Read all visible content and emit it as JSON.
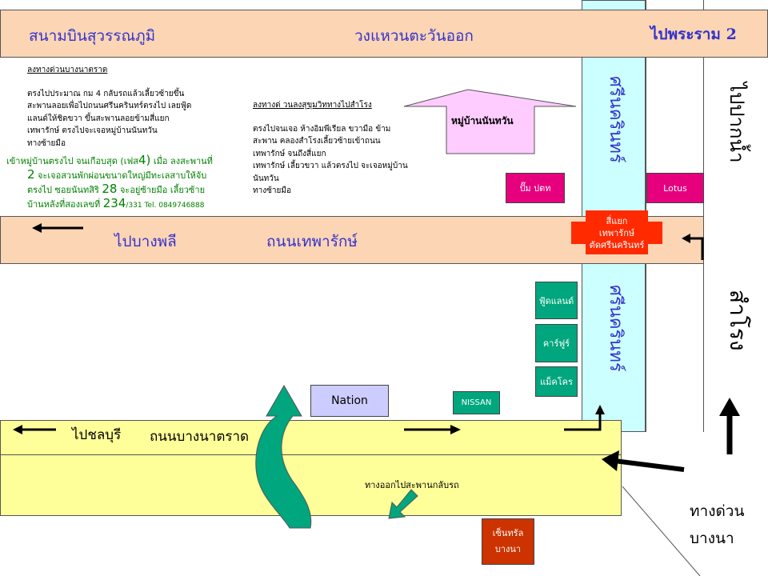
{
  "top_road": {
    "left_label": "สนามบินสุวรรณภูมิ",
    "center_label": "วงแหวนตะวันออก",
    "right_label": "ไปพระราม 2"
  },
  "right_labels": {
    "pak_nam": "ไปปากน้ำ",
    "samrong": "สำโรง",
    "expressway_line1": "ทางด่วน",
    "expressway_line2": "บางนา"
  },
  "srinakarin_upper": "ศรีนครินทร์",
  "srinakarin_lower": "ศรีนครินทร์",
  "left_note": {
    "heading": "ลงทางด่วนบางนาตราด",
    "lines": [
      "ตรงไปประมาณ กม 4 กลับรถแล้วเลี้ยวซ้ายขึ้น",
      "สะพานลอยเพื่อไปถนนศรีนครินทร์ตรงไป เลยฟู้ด",
      "แลนด์ให้ชิดขวา ขึ้นสะพานลอยข้ามสี่แยก",
      "เทพารักษ์ ตรงไปจะเจอหมู่บ้านนันทวัน",
      "ทางซ้ายมือ"
    ]
  },
  "green_note": {
    "line1_a": "เข้าหมู่บ้านตรงไป จนเกือบสุด (เฟส",
    "line1_b": "4)",
    "line1_c": " เมื่อ ลงสะพานที่",
    "line2_a": "2",
    "line2_b": " จะเจอสวนพักผ่อนขนาดใหญ่มีทะเลสาบให้จับ",
    "line3_a": "ตรงไป  ซอยนันทสิริ ",
    "line3_b": "28",
    "line3_c": " จะอยู่ซ้ายมือ เลี้ยวซ้าย",
    "line4_a": "บ้านหลังที่สองเลขที่ ",
    "line4_b": "234",
    "line4_c": "/331",
    "line4_d": "   Tel. 0849746888"
  },
  "middle_note": {
    "heading": "ลงทางด่ วนลงสุขุมวิททางไปสำโรง",
    "lines": [
      "ตรงไปจนเจอ ห้างอิมพีเรียล ขวามือ ข้าม",
      "สะพาน คลองสำโรงเลี้ยวซ้ายเข้าถนน",
      "เทพารักษ์ จนถึงสี่แยก",
      "เทพารักษ์ เลี้ยวขวา แล้วตรงไป จะเจอหมู่บ้าน",
      "นันทวัน",
      "ทางซ้ายมือ"
    ]
  },
  "village_arrow_label": "หมู่บ้านนันทวัน",
  "thepharak_road": {
    "left_label": "ไปบางพลี",
    "center_label": "ถนนเทพารักษ์"
  },
  "intersection": {
    "line1": "สี่แยก",
    "line2": "เทพารักษ์",
    "line3": "ตัดศรีนครินทร์"
  },
  "boxes": {
    "ptt": "ปั๊ม ปตท",
    "lotus": "Lotus",
    "foodland": "ฟู้ดแลนด์",
    "carrefour": "คาร์ฟูร์",
    "makro": "แม็คโคร",
    "nation": "Nation",
    "nissan": "NISSAN",
    "central_line1": "เซ็นทรัล",
    "central_line2": "บางนา"
  },
  "bangna_road": {
    "left_label": "ไปชลบุรี",
    "center_label": "ถนนบางนาตราด",
    "exit_label": "ทางออกไปสะพานกลับรถ"
  },
  "colors": {
    "orange_road": "#fcd5b4",
    "yellow_road": "#ffff99",
    "cyan_road": "#ccffff",
    "label_blue": "#3333cc",
    "magenta_box": "#e6007e",
    "red_box": "#ff2a00",
    "green_box": "#00a67e",
    "lavender_box": "#ccccff",
    "dark_red_box": "#cc3300",
    "pink_arrow": "#ffccff"
  }
}
